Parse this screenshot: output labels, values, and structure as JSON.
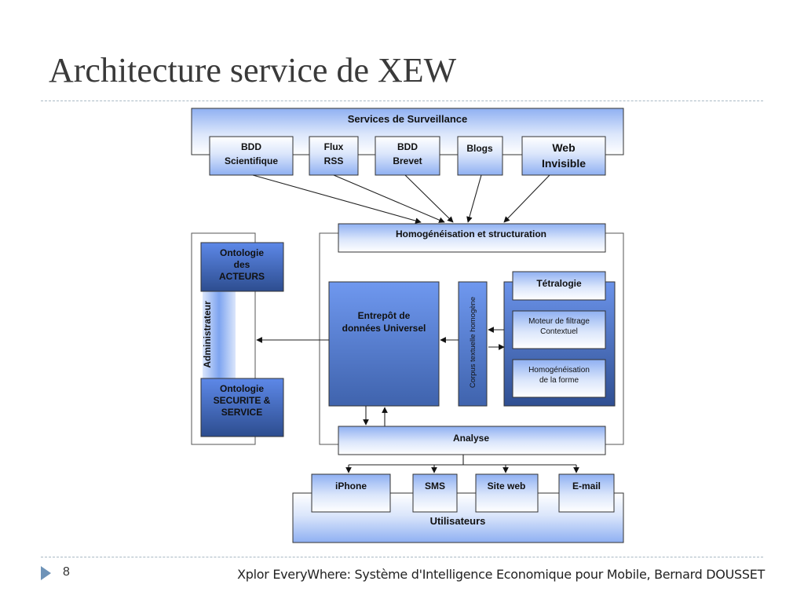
{
  "slide": {
    "title": "Architecture service de XEW",
    "page_number": "8",
    "footer": "Xplor EveryWhere: Système d'Intelligence Economique pour Mobile, Bernard DOUSSET"
  },
  "diagram": {
    "surveillance": {
      "title": "Services de Surveillance",
      "sources": [
        {
          "line1": "BDD",
          "line2": "Scientifique"
        },
        {
          "line1": "Flux",
          "line2": "RSS"
        },
        {
          "line1": "BDD",
          "line2": "Brevet"
        },
        {
          "line1": "Blogs",
          "line2": ""
        },
        {
          "line1": "Web",
          "line2": "Invisible"
        }
      ]
    },
    "homogenisation": "Homogénéisation et structuration",
    "administrateur": {
      "label": "Administrateur",
      "ontologie_acteurs": [
        "Ontologie",
        "des",
        "ACTEURS"
      ],
      "ontologie_securite": [
        "Ontologie",
        "SECURITE &",
        "SERVICE"
      ]
    },
    "entrepot": [
      "Entrepôt de",
      "données Universel"
    ],
    "corpus": "Corpus textuelle homogène",
    "tetralogie": {
      "title": "Tétralogie",
      "moteur": [
        "Moteur de filtrage",
        "Contextuel"
      ],
      "forme": [
        "Homogénéisation",
        "de la forme"
      ]
    },
    "analyse": "Analyse",
    "utilisateurs": {
      "title": "Utilisateurs",
      "channels": [
        "iPhone",
        "SMS",
        "Site web",
        "E-mail"
      ]
    }
  }
}
